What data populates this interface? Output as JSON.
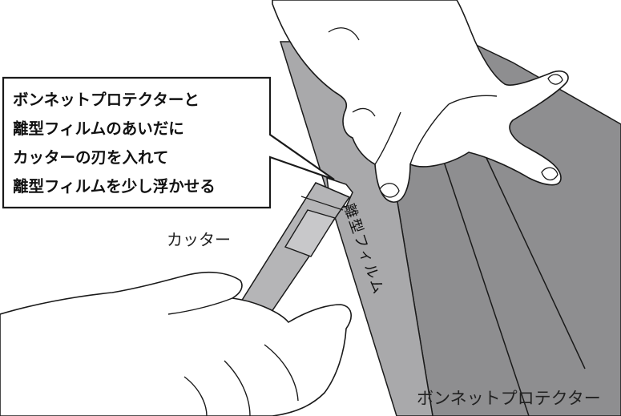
{
  "callout": {
    "lines": [
      "ボンネットプロテクターと",
      "離型フィルムのあいだに",
      "カッターの刃を入れて",
      "離型フィルムを少し浮かせる"
    ]
  },
  "labels": {
    "cutter": "カッター",
    "release_film": "離型フィルム",
    "bonnet_protector": "ボンネットプロテクター"
  },
  "colors": {
    "protector_dark": "#8e8e90",
    "film_light": "#a9a9ab",
    "outline": "#1a1a1a"
  }
}
